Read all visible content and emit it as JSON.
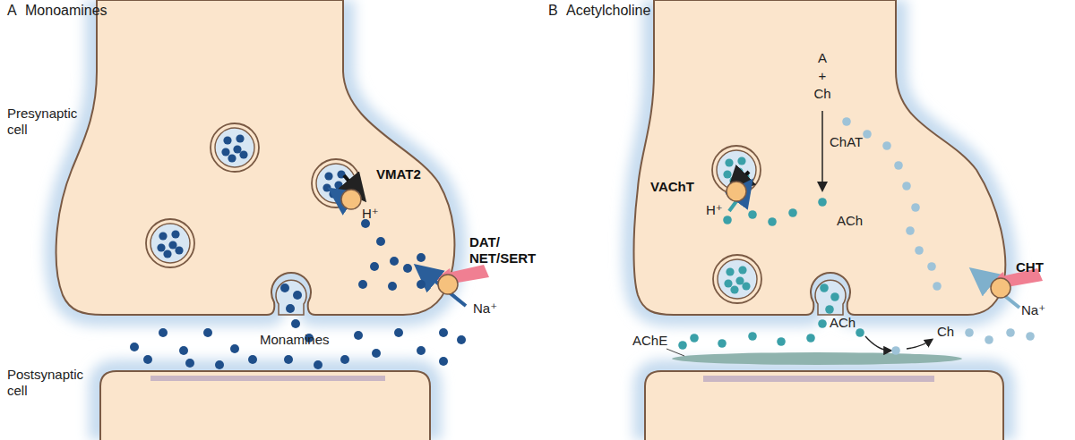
{
  "diagram": {
    "labels": [
      "A",
      "Monoamines",
      "Presynaptic cell",
      "VMAT2",
      "H⁺",
      "DAT/ NET/SERT",
      "Na⁺",
      "Monamines",
      "Postsynaptic cell",
      "B",
      "Acetylcholine",
      "A",
      "+",
      "Ch",
      "ChAT",
      "VAChT",
      "H⁺",
      "ACh",
      "CHT",
      "Na⁺",
      "AChE",
      "ACh",
      "Ch"
    ]
  }
}
